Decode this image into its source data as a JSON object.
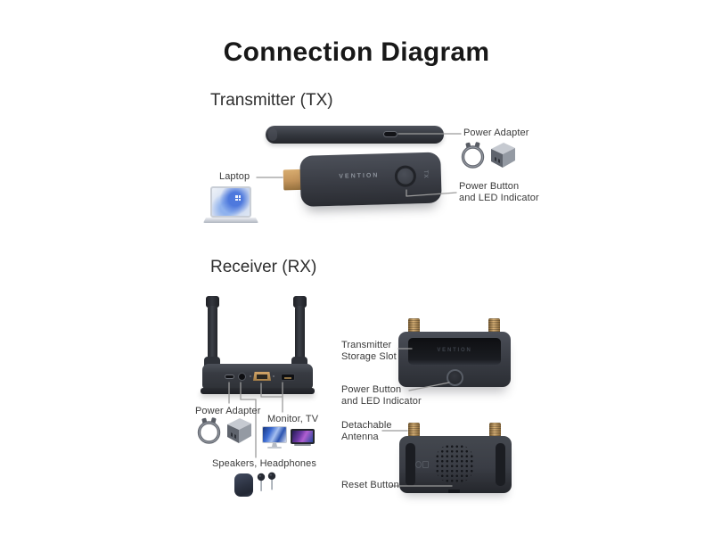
{
  "title": "Connection Diagram",
  "colors": {
    "label_text": "#3a3a3a",
    "connector_line": "#9b9b9b",
    "device_body": "#3b3f47",
    "brass": "#c59a5f"
  },
  "tx": {
    "section_label": "Transmitter (TX)",
    "device_brand": "VENTION",
    "device_marking": "TX",
    "laptop_label": "Laptop",
    "power_adapter_label": "Power Adapter",
    "power_button_label_line1": "Power Button",
    "power_button_label_line2": "and LED Indicator"
  },
  "rx": {
    "section_label": "Receiver (RX)",
    "device_brand": "VENTION",
    "power_adapter_label": "Power Adapter",
    "monitor_tv_label": "Monitor, TV",
    "speakers_label": "Speakers, Headphones",
    "storage_slot_label_line1": "Transmitter",
    "storage_slot_label_line2": "Storage Slot",
    "power_button_label_line1": "Power Button",
    "power_button_label_line2": "and LED Indicator",
    "detachable_label_line1": "Detachable",
    "detachable_label_line2": "Antenna",
    "reset_label": "Reset Button"
  }
}
